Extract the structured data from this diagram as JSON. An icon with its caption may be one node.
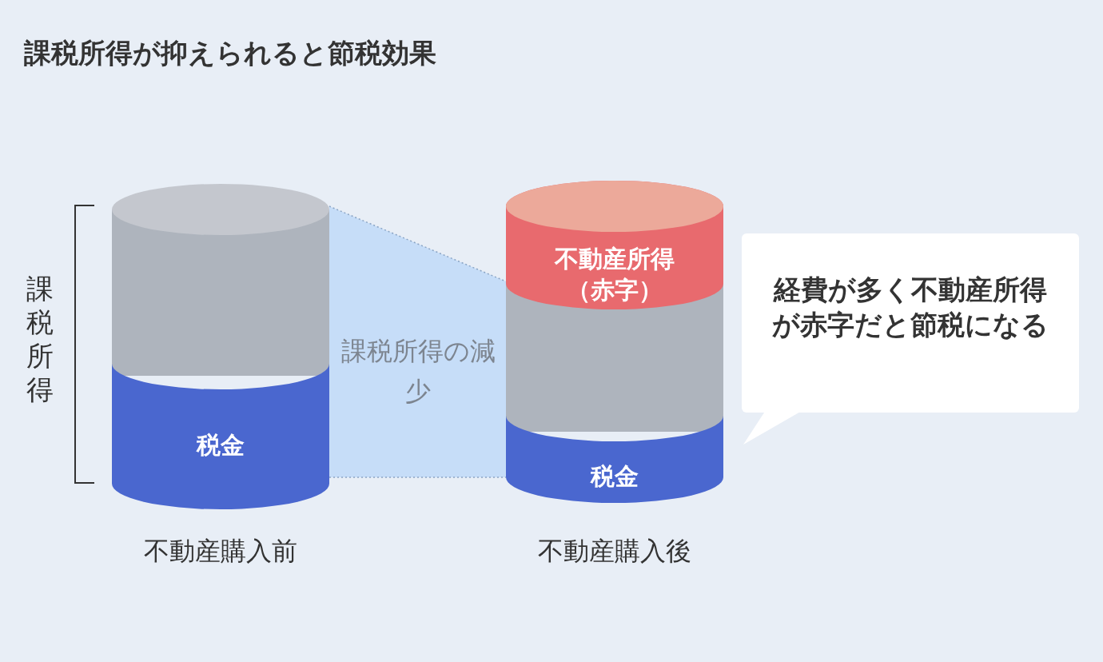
{
  "diagram": {
    "title": "課税所得が抑えられると節税効果",
    "nodes": [
      {
        "text": [
          "税金"
        ]
      },
      {
        "text": [
          "不動産所得（赤字）"
        ]
      },
      {
        "text": [
          "税金"
        ]
      },
      {
        "text": [
          "経費が多く不動産所得が赤字だと節税になる"
        ]
      }
    ],
    "labels": [
      "課税所得",
      "課税所得の減少",
      "不動産購入前",
      "不動産購入後"
    ]
  }
}
